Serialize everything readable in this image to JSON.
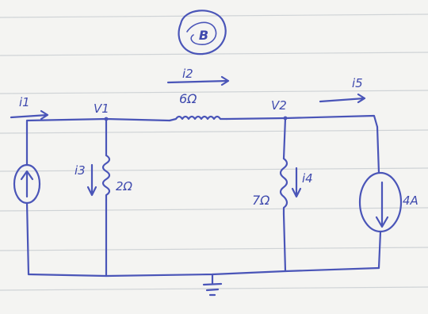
{
  "diagram": {
    "problem_label": "B",
    "currents": {
      "source_current": "i1",
      "resistor_6_current": "i2",
      "resistor_2_current": "i3",
      "resistor_7_current": "i4",
      "source_4_current": "i5"
    },
    "nodes": {
      "left": "V1",
      "right": "V2"
    },
    "components": {
      "series_resistor": "6Ω",
      "shunt_resistor_left": "2Ω",
      "shunt_resistor_right": "7Ω",
      "current_source_right": "4A"
    }
  },
  "colors": {
    "ink": "#4a55b8",
    "paper": "#f4f4f2",
    "rule_lines": "#cfd3d6"
  }
}
